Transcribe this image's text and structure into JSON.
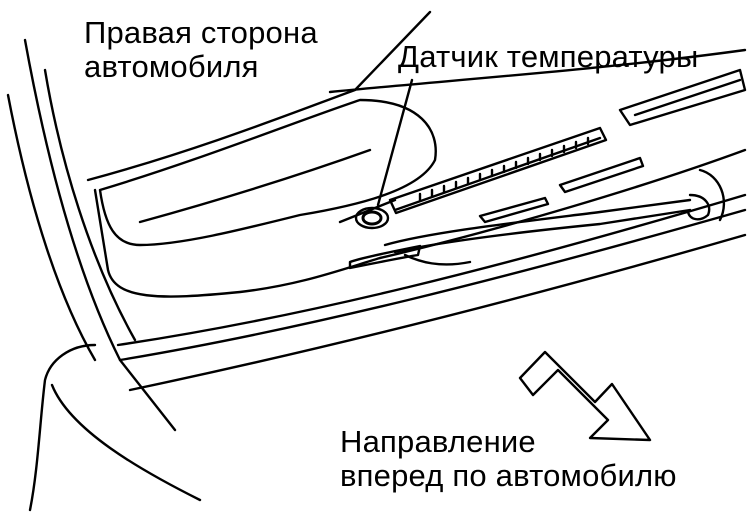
{
  "labels": {
    "right_side": [
      "Правая сторона",
      "автомобиля"
    ],
    "temperature_sensor": "Датчик температуры",
    "direction": [
      "Направление",
      "вперед по автомобилю"
    ]
  },
  "colors": {
    "line": "#000000",
    "background": "#ffffff"
  },
  "icons": {
    "direction_arrow": "arrow-down-right-icon",
    "sensor": "temperature-sensor-icon"
  }
}
